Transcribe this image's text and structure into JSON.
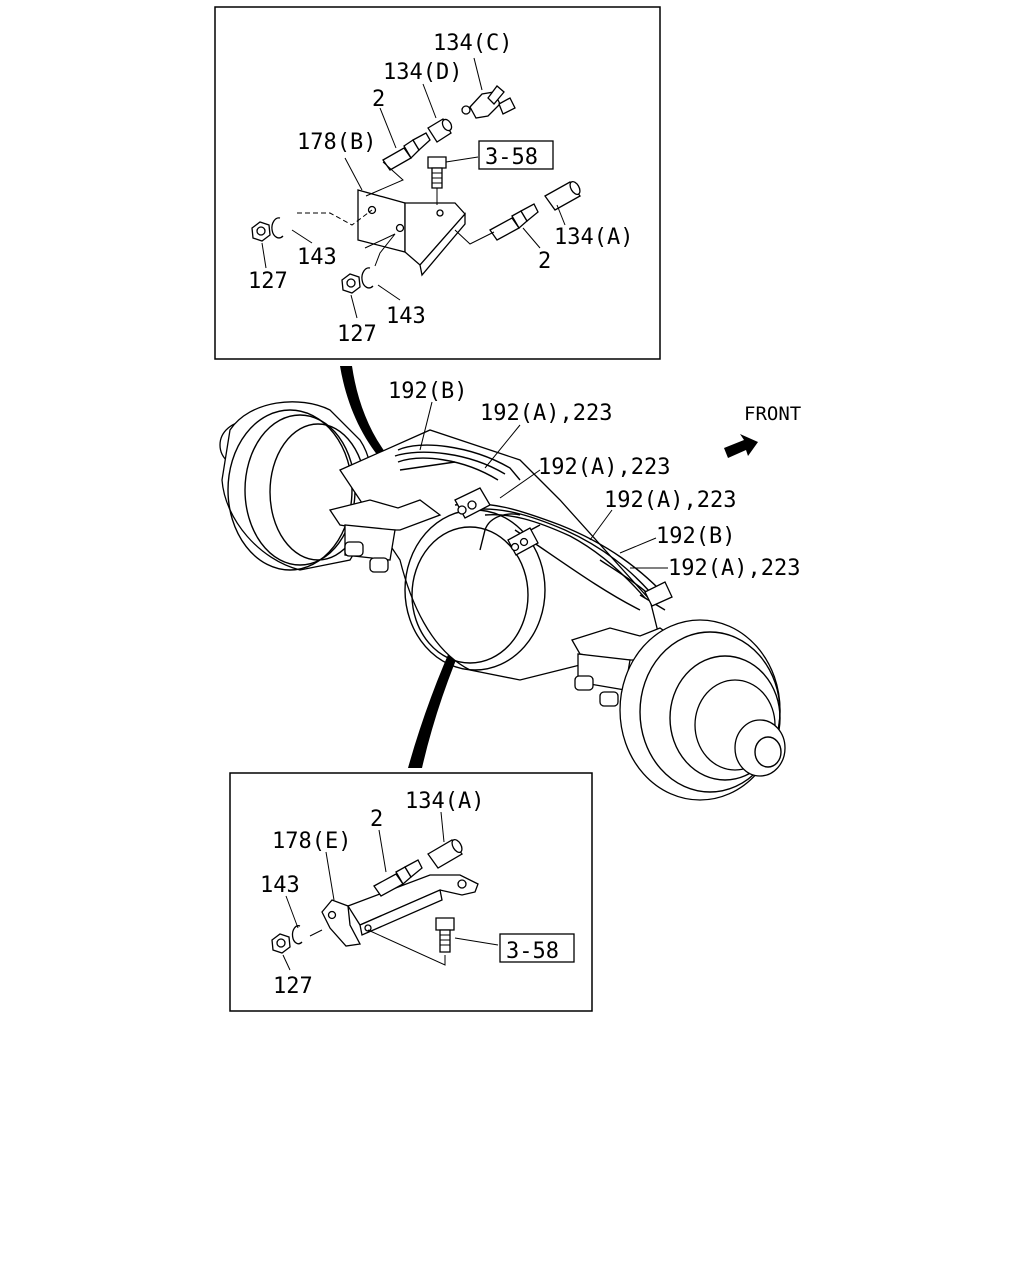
{
  "top_panel": {
    "callouts": {
      "c134c": "134(C)",
      "c134d": "134(D)",
      "c2a": "2",
      "c178b": "178(B)",
      "c358": "3-58",
      "c134a": "134(A)",
      "c2b": "2",
      "c143a": "143",
      "c127a": "127",
      "c143b": "143",
      "c127b": "127"
    }
  },
  "main_view": {
    "callouts": {
      "c192b_1": "192(B)",
      "c192a_1": "192(A),223",
      "c192a_2": "192(A),223",
      "c192a_3": "192(A),223",
      "c192b_2": "192(B)",
      "c192a_4": "192(A),223"
    },
    "front_label": "FRONT"
  },
  "bottom_panel": {
    "callouts": {
      "c134a": "134(A)",
      "c2": "2",
      "c178e": "178(E)",
      "c143": "143",
      "c127": "127",
      "c358": "3-58"
    }
  }
}
